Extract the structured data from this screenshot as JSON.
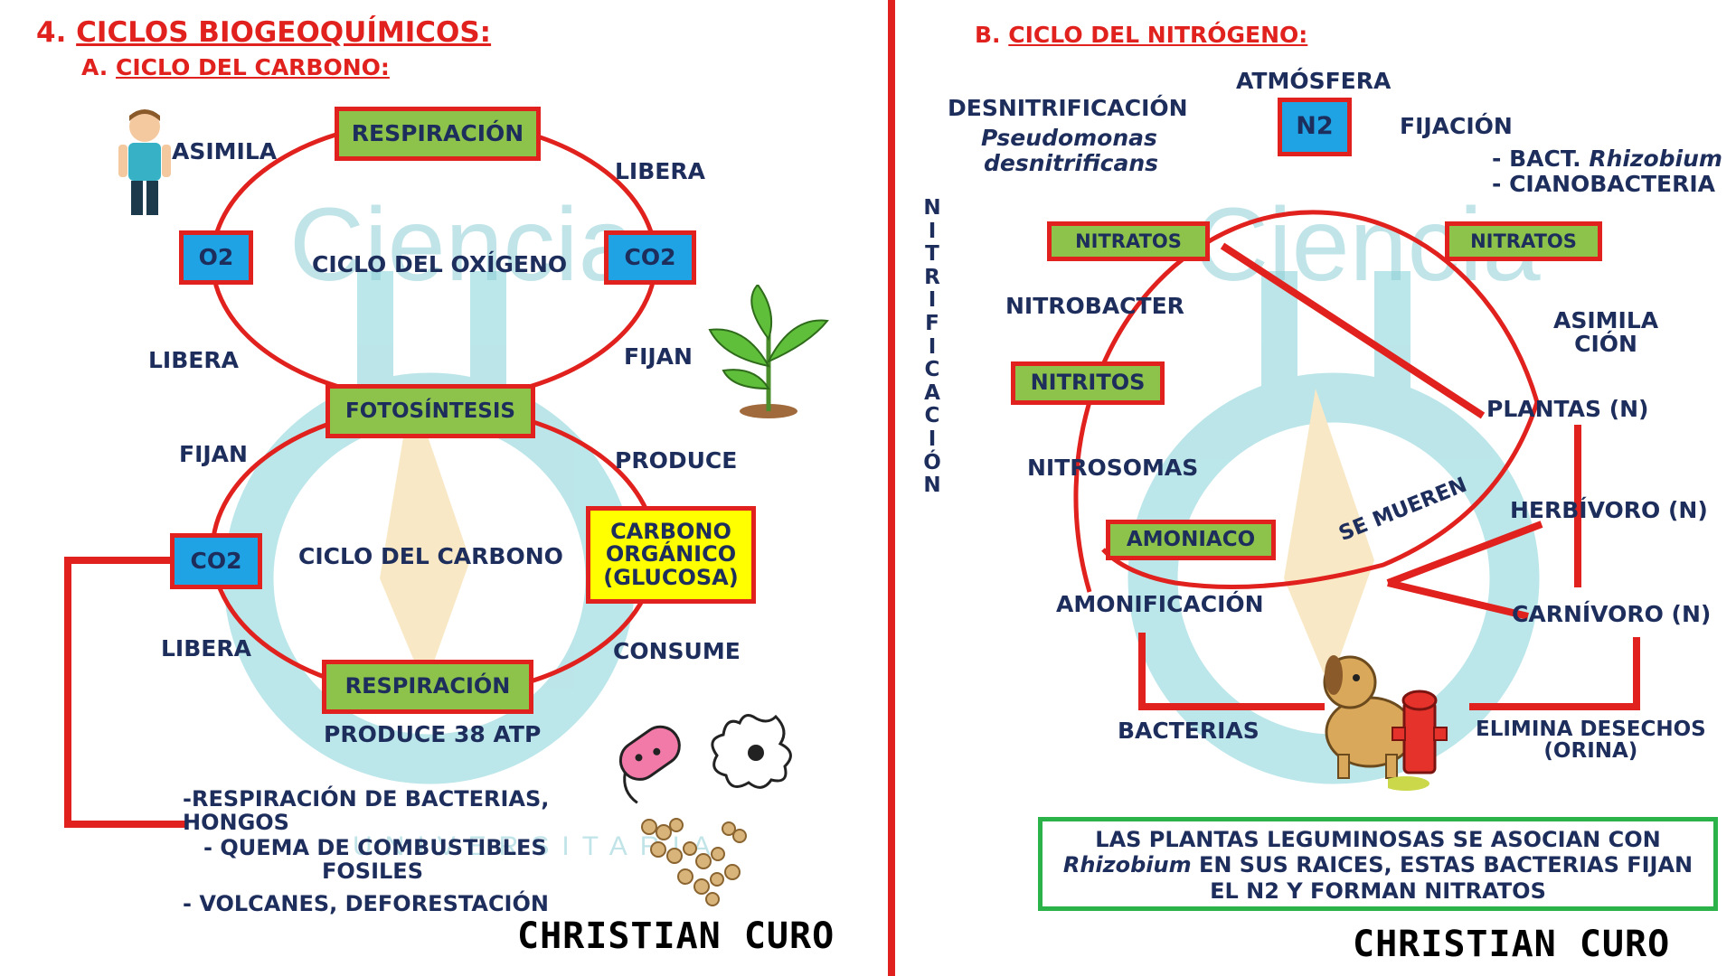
{
  "section_title": {
    "number": "4.",
    "text": "CICLOS BIOGEOQUÍMICOS:"
  },
  "carbon": {
    "subtitle_letter": "A.",
    "subtitle_text": "CICLO DEL CARBONO:",
    "respiracion_top": "RESPIRACIÓN",
    "o2": "O2",
    "co2_top": "CO2",
    "ciclo_oxigeno": "CICLO DEL OXÍGENO",
    "asimila": "ASIMILA",
    "libera_top": "LIBERA",
    "libera_left": "LIBERA",
    "fijan_right": "FIJAN",
    "fotosintesis": "FOTOSÍNTESIS",
    "fijan_left": "FIJAN",
    "produce": "PRODUCE",
    "co2_bottom": "CO2",
    "ciclo_carbono": "CICLO DEL CARBONO",
    "organic_box": [
      "CARBONO",
      "ORGÁNICO",
      "(GLUCOSA)"
    ],
    "libera_bottom": "LIBERA",
    "consume": "CONSUME",
    "respiracion_bottom": "RESPIRACIÓN",
    "produce_atp": "PRODUCE 38 ATP",
    "sources": [
      "-RESPIRACIÓN DE BACTERIAS,",
      "HONGOS",
      "- QUEMA DE COMBUSTIBLES",
      "FOSILES",
      "-  VOLCANES, DEFORESTACIÓN"
    ],
    "signature": "CHRISTIAN CURO"
  },
  "nitrogen": {
    "subtitle_letter": "B.",
    "subtitle_text": "CICLO DEL NITRÓGENO:",
    "atmosfera": "ATMÓSFERA",
    "n2": "N2",
    "desnitrificacion": "DESNITRIFICACIÓN",
    "pseudomonas": [
      "Pseudomonas",
      "desnitrificans"
    ],
    "fijacion": "FIJACIÓN",
    "rhizobium_prefix": "- BACT.",
    "rhizobium_name": "Rhizobium",
    "cianobacteria": "- CIANOBACTERIA",
    "nitrificacion_vertical": "NITRIFICACIÓN",
    "nitratos_left": "NITRATOS",
    "nitratos_right": "NITRATOS",
    "nitrobacter": "NITROBACTER",
    "asimilacion": [
      "ASIMILA",
      "CIÓN"
    ],
    "nitritos": "NITRITOS",
    "plantas": "PLANTAS (N)",
    "nitrosomas": "NITROSOMAS",
    "herbivoro": "HERBÍVORO (N)",
    "amoniaco": "AMONIACO",
    "se_mueren": "SE MUEREN",
    "amonificacion": "AMONIFICACIÓN",
    "carnivoro": "CARNÍVORO (N)",
    "bacterias": "BACTERIAS",
    "elimina": [
      "ELIMINA DESECHOS",
      "(ORINA)"
    ],
    "note_line1": "LAS PLANTAS LEGUMINOSAS SE ASOCIAN CON",
    "note_italic": "Rhizobium",
    "note_line2_rest": " EN SUS RAICES, ESTAS BACTERIAS FIJAN",
    "note_line3": "EL N2 Y FORMAN NITRATOS",
    "signature": "CHRISTIAN CURO"
  },
  "watermark": {
    "left": "Ciencia",
    "right": "Ciencia",
    "bottom": "UNIVERSITARIA"
  },
  "colors": {
    "accent": "#e0211d",
    "navy": "#1d2d5c",
    "green": "#8dc24b",
    "blue": "#1fa3e4",
    "yellow": "#ffff00",
    "note_border": "#2bb34a"
  },
  "icons": [
    "person-icon",
    "plant-icon",
    "bacteria-icon",
    "amoeba-icon",
    "fungi-icon",
    "dog-icon",
    "hydrant-icon",
    "flask-logo-icon"
  ]
}
